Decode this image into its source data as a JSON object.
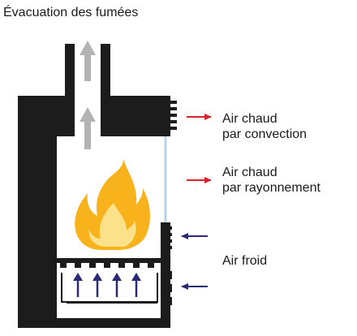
{
  "title": "Évacuation des fumées",
  "labels": {
    "convection": {
      "line1": "Air chaud",
      "line2": "par convection"
    },
    "rayonnement": {
      "line1": "Air chaud",
      "line2": "par rayonnement"
    },
    "froid": "Air froid"
  },
  "colors": {
    "body": "#1c1c1c",
    "hot_arrow": "#d8232a",
    "cold_arrow": "#2b2a77",
    "smoke_arrow": "#b3b3b3",
    "glass": "#b9d2ea",
    "flame_outer": "#f7b21c",
    "flame_inner": "#fbe28a"
  }
}
